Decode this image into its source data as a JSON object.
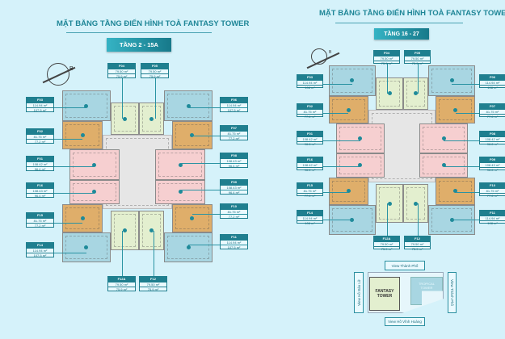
{
  "plans": [
    {
      "title": "MẶT BẰNG TẦNG ĐIỂN HÌNH TOÀ FANTASY TOWER",
      "floor": "TẦNG 2 - 15A",
      "compass_letter": "B",
      "units": {
        "F03": {
          "name": "F03",
          "area_gross": "114.94 m²",
          "area_net": "107.5 m²"
        },
        "F02": {
          "name": "F02",
          "area_gross": "81.75 m²",
          "area_net": "77.2 m²"
        },
        "F01": {
          "name": "F01",
          "area_gross": "108.42 m²",
          "area_net": "96.4 m²"
        },
        "F16": {
          "name": "F16",
          "area_gross": "108.43 m²",
          "area_net": "96.4 m²"
        },
        "F15": {
          "name": "F15",
          "area_gross": "81.75 m²",
          "area_net": "77.2 m²"
        },
        "F14": {
          "name": "F14",
          "area_gross": "114.94 m²",
          "area_net": "107.5 m²"
        },
        "F04": {
          "name": "F04",
          "area_gross": "79.50 m²",
          "area_net": "75.9 m²"
        },
        "F05": {
          "name": "F05",
          "area_gross": "79.50 m²",
          "area_net": "75.9 m²"
        },
        "F06": {
          "name": "F06",
          "area_gross": "114.94 m²",
          "area_net": "107.5 m²"
        },
        "F07": {
          "name": "F07",
          "area_gross": "81.75 m²",
          "area_net": "77.2 m²"
        },
        "F08": {
          "name": "F08",
          "area_gross": "108.43 m²",
          "area_net": "96.4 m²"
        },
        "F09": {
          "name": "F09",
          "area_gross": "108.43 m²",
          "area_net": "96.4 m²"
        },
        "F10": {
          "name": "F10",
          "area_gross": "81.75 m²",
          "area_net": "77.2 m²"
        },
        "F11": {
          "name": "F11",
          "area_gross": "114.94 m²",
          "area_net": "107.5 m²"
        },
        "F12A": {
          "name": "F12A",
          "area_gross": "79.50 m²",
          "area_net": "75.9 m²"
        },
        "F12": {
          "name": "F12",
          "area_gross": "79.50 m²",
          "area_net": "75.9 m²"
        }
      }
    },
    {
      "title": "MẶT BẰNG TẦNG ĐIỂN HÌNH TOÀ FANTASY TOWER",
      "floor": "TẦNG 16 - 27",
      "compass_letter": "B",
      "units": {
        "F03": {
          "name": "F03",
          "area_gross": "114.94 m²",
          "area_net": "108 m²"
        },
        "F02": {
          "name": "F02",
          "area_gross": "81.75 m²",
          "area_net": "77.6 m²"
        },
        "F01": {
          "name": "F01",
          "area_gross": "108.42 m²",
          "area_net": "96.6 m²"
        },
        "F16": {
          "name": "F16",
          "area_gross": "108.42 m²",
          "area_net": "96.6 m²"
        },
        "F15": {
          "name": "F15",
          "area_gross": "81.75 m²",
          "area_net": "77.6 m²"
        },
        "F14": {
          "name": "F14",
          "area_gross": "114.94 m²",
          "area_net": "108 m²"
        },
        "F04": {
          "name": "F04",
          "area_gross": "79.50 m²",
          "area_net": "75.9 m²"
        },
        "F05": {
          "name": "F05",
          "area_gross": "79.50 m²",
          "area_net": "75.9 m²"
        },
        "F06": {
          "name": "F06",
          "area_gross": "114.94 m²",
          "area_net": "108 m²"
        },
        "F07": {
          "name": "F07",
          "area_gross": "81.75 m²",
          "area_net": "77.6 m²"
        },
        "F08": {
          "name": "F08",
          "area_gross": "108.42 m²",
          "area_net": "96.6 m²"
        },
        "F09": {
          "name": "F09",
          "area_gross": "108.43 m²",
          "area_net": "96.6 m²"
        },
        "F10": {
          "name": "F10",
          "area_gross": "81.75 m²",
          "area_net": "77.6 m²"
        },
        "F11": {
          "name": "F11",
          "area_gross": "114.94 m²",
          "area_net": "108 m²"
        },
        "F12A": {
          "name": "F12A",
          "area_gross": "79.50 m²",
          "area_net": "75.9 m²"
        },
        "F12": {
          "name": "F12",
          "area_gross": "79.50 m²",
          "area_net": "75.9 m²"
        }
      }
    }
  ],
  "site_map": {
    "view_top": "View Thành Phố",
    "view_left": "View Hồ Bán Lữ",
    "view_right": "View Thành Phố",
    "view_bottom": "View Hồ Vĩnh Hoàng",
    "fantasy_tower": "FANTASY TOWER",
    "tropical_tower": "TROPICAL TOWER"
  }
}
